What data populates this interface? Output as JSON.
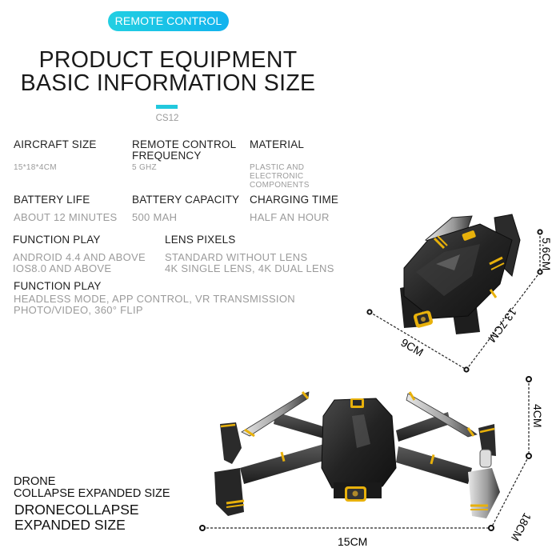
{
  "header": {
    "badge_label": "REMOTE CONTROL",
    "title_line1": "PRODUCT EQUIPMENT",
    "title_line2": "BASIC INFORMATION SIZE",
    "model": "CS12"
  },
  "colors": {
    "accent": "#1fc4e4",
    "label_text": "#1f1f1f",
    "value_text": "#9b9b9b",
    "drone_body": "#2a2a2a",
    "drone_accent": "#f2b705"
  },
  "specs": {
    "aircraft_size": {
      "label": "AIRCRAFT SIZE",
      "value": "15*18*4CM"
    },
    "rc_frequency": {
      "label_line1": "REMOTE CONTROL",
      "label_line2": "FREQUENCY",
      "value": "5 GHZ"
    },
    "material": {
      "label": "MATERIAL",
      "value_line1": "PLASTIC AND",
      "value_line2": "ELECTRONIC",
      "value_line3": "COMPONENTS"
    },
    "battery_life": {
      "label": "BATTERY LIFE",
      "value": "ABOUT 12 MINUTES"
    },
    "battery_capacity": {
      "label": "BATTERY CAPACITY",
      "value": "500 MAH"
    },
    "charging_time": {
      "label": "CHARGING TIME",
      "value": "HALF AN HOUR"
    },
    "function_play_os": {
      "label": "FUNCTION PLAY",
      "value_line1": "ANDROID 4.4 AND ABOVE",
      "value_line2": "IOS8.0 AND ABOVE"
    },
    "lens_pixels": {
      "label": "LENS PIXELS",
      "value_line1": "STANDARD WITHOUT LENS",
      "value_line2": "4K SINGLE LENS, 4K DUAL LENS"
    },
    "function_play_modes": {
      "label": "FUNCTION PLAY",
      "value_line1": "HEADLESS MODE, APP CONTROL, VR TRANSMISSION",
      "value_line2": "PHOTO/VIDEO, 360° FLIP"
    }
  },
  "folded_drone": {
    "height_label": "5.6CM",
    "length_label": "13.7CM",
    "width_label": "9CM"
  },
  "expanded_drone": {
    "height_label": "4CM",
    "length_label": "18CM",
    "width_label": "15CM"
  },
  "caption": {
    "line1": "DRONE",
    "line2": "COLLAPSE EXPANDED SIZE",
    "line3": "DRONECOLLAPSE",
    "line4": "EXPANDED SIZE"
  }
}
